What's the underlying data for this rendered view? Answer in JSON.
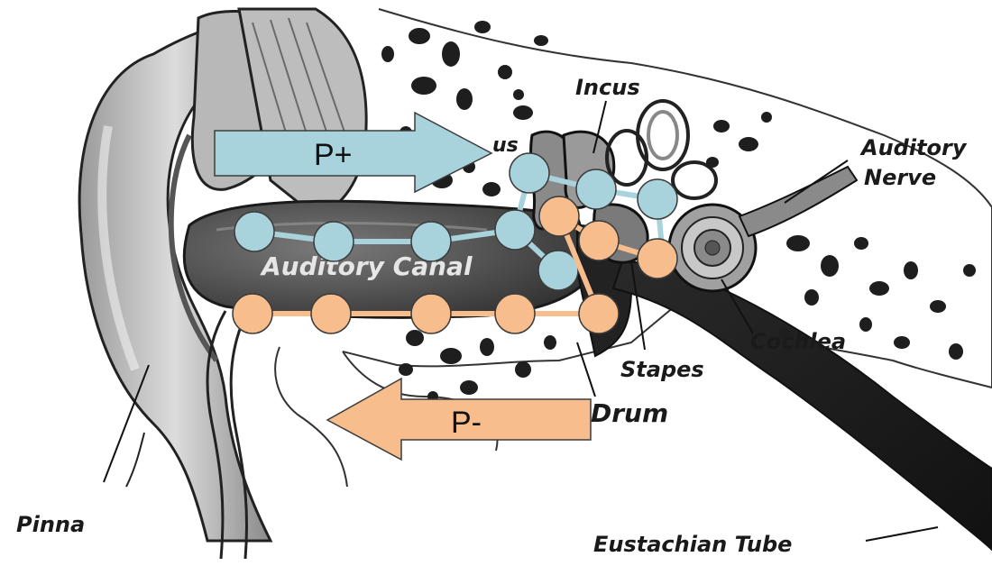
{
  "labels": {
    "incus": "Incus",
    "malleus_partial": "us",
    "auditory_nerve_line1": "Auditory",
    "auditory_nerve_line2": "Nerve",
    "auditory_canal": "Auditory Canal",
    "cochlea": "Cochlea",
    "stapes": "Stapes",
    "drum": "Drum",
    "pinna": "Pinna",
    "eustachian_tube": "Eustachian Tube"
  },
  "arrows": {
    "positive": {
      "label": "P+",
      "color": "#a9d3dc"
    },
    "negative": {
      "label": "P-",
      "color": "#f7bd8d"
    }
  },
  "colors": {
    "blue_dot": "#a9d3dc",
    "orange_dot": "#f7bd8d",
    "dot_stroke": "#3c3c3c"
  }
}
